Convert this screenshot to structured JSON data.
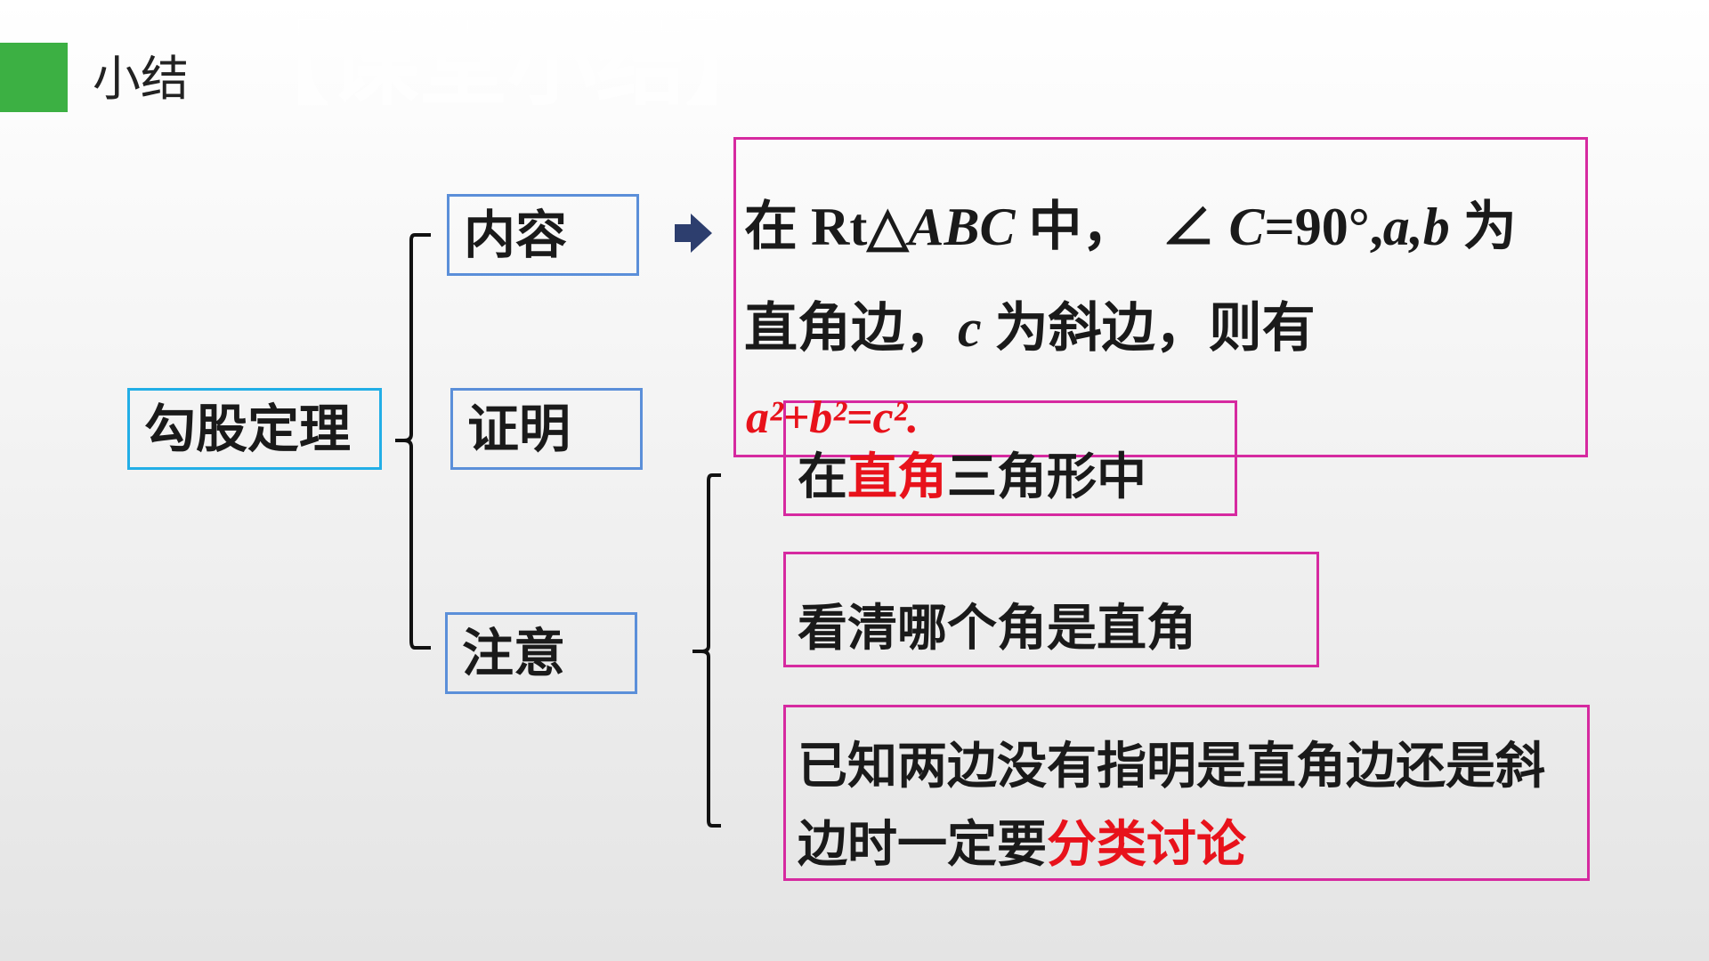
{
  "header": {
    "title": "小结",
    "watermark": "【课堂小结】",
    "accent_color": "#3cb043"
  },
  "root": {
    "label": "勾股定理"
  },
  "branches": [
    {
      "label": "内容"
    },
    {
      "label": "证明"
    },
    {
      "label": "注意"
    }
  ],
  "content": {
    "line1_a": "在 Rt△",
    "line1_b": "ABC",
    "line1_c": " 中，　∠ ",
    "line1_d": "C",
    "line1_e": "=90°,",
    "line1_f": "a,b",
    "line1_g": " 为",
    "line2_a": "直角边，",
    "line2_b": "c",
    "line2_c": " 为斜边，则有",
    "formula": "a²+b²=c².",
    "formula_color": "#e8121b"
  },
  "notes": [
    {
      "pre": "在",
      "highlight": "直角",
      "post": "三角形中"
    },
    {
      "text": "看清哪个角是直角"
    },
    {
      "pre": "已知两边没有指明是直角边还是斜边时一定要",
      "highlight": "分类讨论"
    }
  ],
  "colors": {
    "root_border": "#22aee6",
    "branch_border": "#5b8fd9",
    "note_border": "#d62aa0",
    "highlight": "#e8121b",
    "arrow": "#2d3e6e"
  }
}
